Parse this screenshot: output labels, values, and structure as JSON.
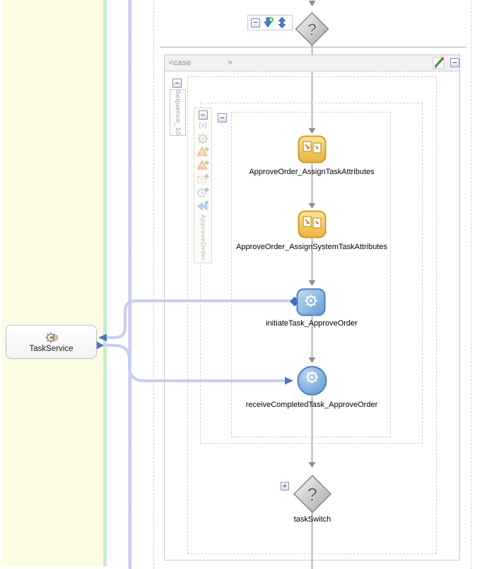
{
  "ui": {
    "minus": "−",
    "plus": "+"
  },
  "icons": {
    "collapse": "minus-box-icon",
    "expand": "plus-box-icon",
    "add_case": "blue-arrow-green-plus-icon",
    "reorder": "blue-updown-arrow-icon",
    "edit": "page-pencil-icon",
    "switch": "question-diamond-icon",
    "assign": "gold-pages-icon",
    "invoke": "blue-gear-square-icon",
    "receive": "blue-gear-circle-icon",
    "partner_service": "gear-icon",
    "scope_strip": [
      "variables",
      "properties-gear",
      "catch",
      "catch-all",
      "event",
      "alarm-clock",
      "compensate"
    ]
  },
  "switch_top": {
    "symbol": "?"
  },
  "case_block": {
    "prefix": "<case",
    "suffix": ">"
  },
  "sequence": {
    "name": "Sequence_10"
  },
  "scope": {
    "name": "ApproveOrder",
    "variables_glyph": "(x)"
  },
  "activities": [
    {
      "type": "assign",
      "label": "ApproveOrder_AssignTaskAttributes"
    },
    {
      "type": "assign",
      "label": "ApproveOrder_AssignSystemTaskAttributes"
    },
    {
      "type": "invoke",
      "label": "initiateTask_ApproveOrder"
    },
    {
      "type": "receive",
      "label": "receiveCompletedTask_ApproveOrder"
    }
  ],
  "task_switch": {
    "label": "taskSwitch",
    "symbol": "?"
  },
  "partner_link": {
    "label": "TaskService"
  },
  "colors": {
    "swimlane_yellow": "#fdfde6",
    "partner_green": "#c5efc7",
    "link_lavender": "#c9cdf2",
    "flow_gray": "#8f8f8f",
    "accent_blue": "#4a74c8",
    "assign_gold": "#eebb44",
    "invoke_blue": "#6a9fd8"
  }
}
